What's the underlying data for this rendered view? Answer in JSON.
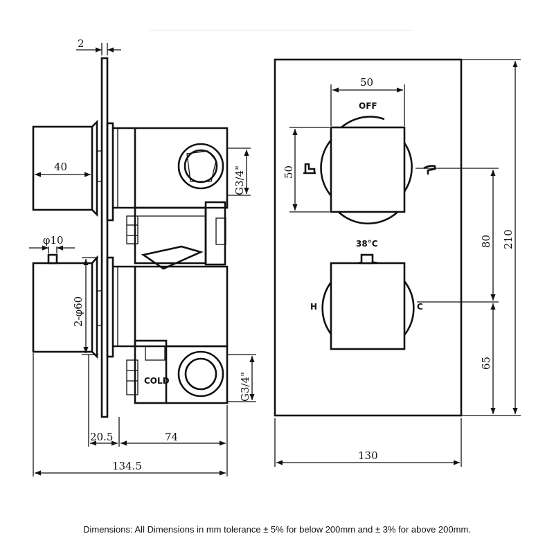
{
  "side_view": {
    "dims": {
      "plate_thickness": "2",
      "handle_length": "40",
      "pin_diameter": "φ10",
      "knob_diameter": "2-φ60",
      "port_top": "G3/4\"",
      "port_bottom": "G3/4\"",
      "gap": "20.5",
      "body_depth": "74",
      "overall_depth": "134.5"
    },
    "labels": {
      "cold": "COLD"
    }
  },
  "front_view": {
    "dims": {
      "knob_width": "50",
      "knob_height": "50",
      "plate_width": "130",
      "plate_height": "210",
      "centre_spacing": "80",
      "lower_offset": "65"
    },
    "labels": {
      "off": "OFF",
      "temp": "38°C",
      "hot": "H",
      "cold": "C"
    }
  },
  "footer": {
    "note": "Dimensions: All Dimensions in mm tolerance ± 5% for below 200mm and ± 3% for above 200mm."
  }
}
